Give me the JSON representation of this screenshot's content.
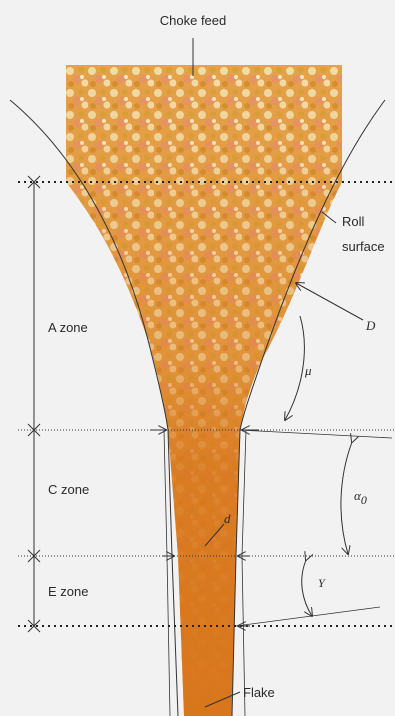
{
  "labels": {
    "choke_feed": "Choke feed",
    "roll_surface_line1": "Roll",
    "roll_surface_line2": "surface",
    "a_zone": "A zone",
    "c_zone": "C zone",
    "e_zone": "E zone",
    "flake": "Flake"
  },
  "symbols": {
    "roll_diameter": "D",
    "friction_angle": "μ",
    "nip_angle": "α",
    "nip_angle_subscript": "0",
    "gap": "d",
    "gamma": "Y"
  },
  "colors": {
    "background": "#f2f2f2",
    "feed_light": "#e8b45a",
    "feed_mid": "#d9892e",
    "flake_dark": "#d8761c",
    "line": "#333333"
  }
}
